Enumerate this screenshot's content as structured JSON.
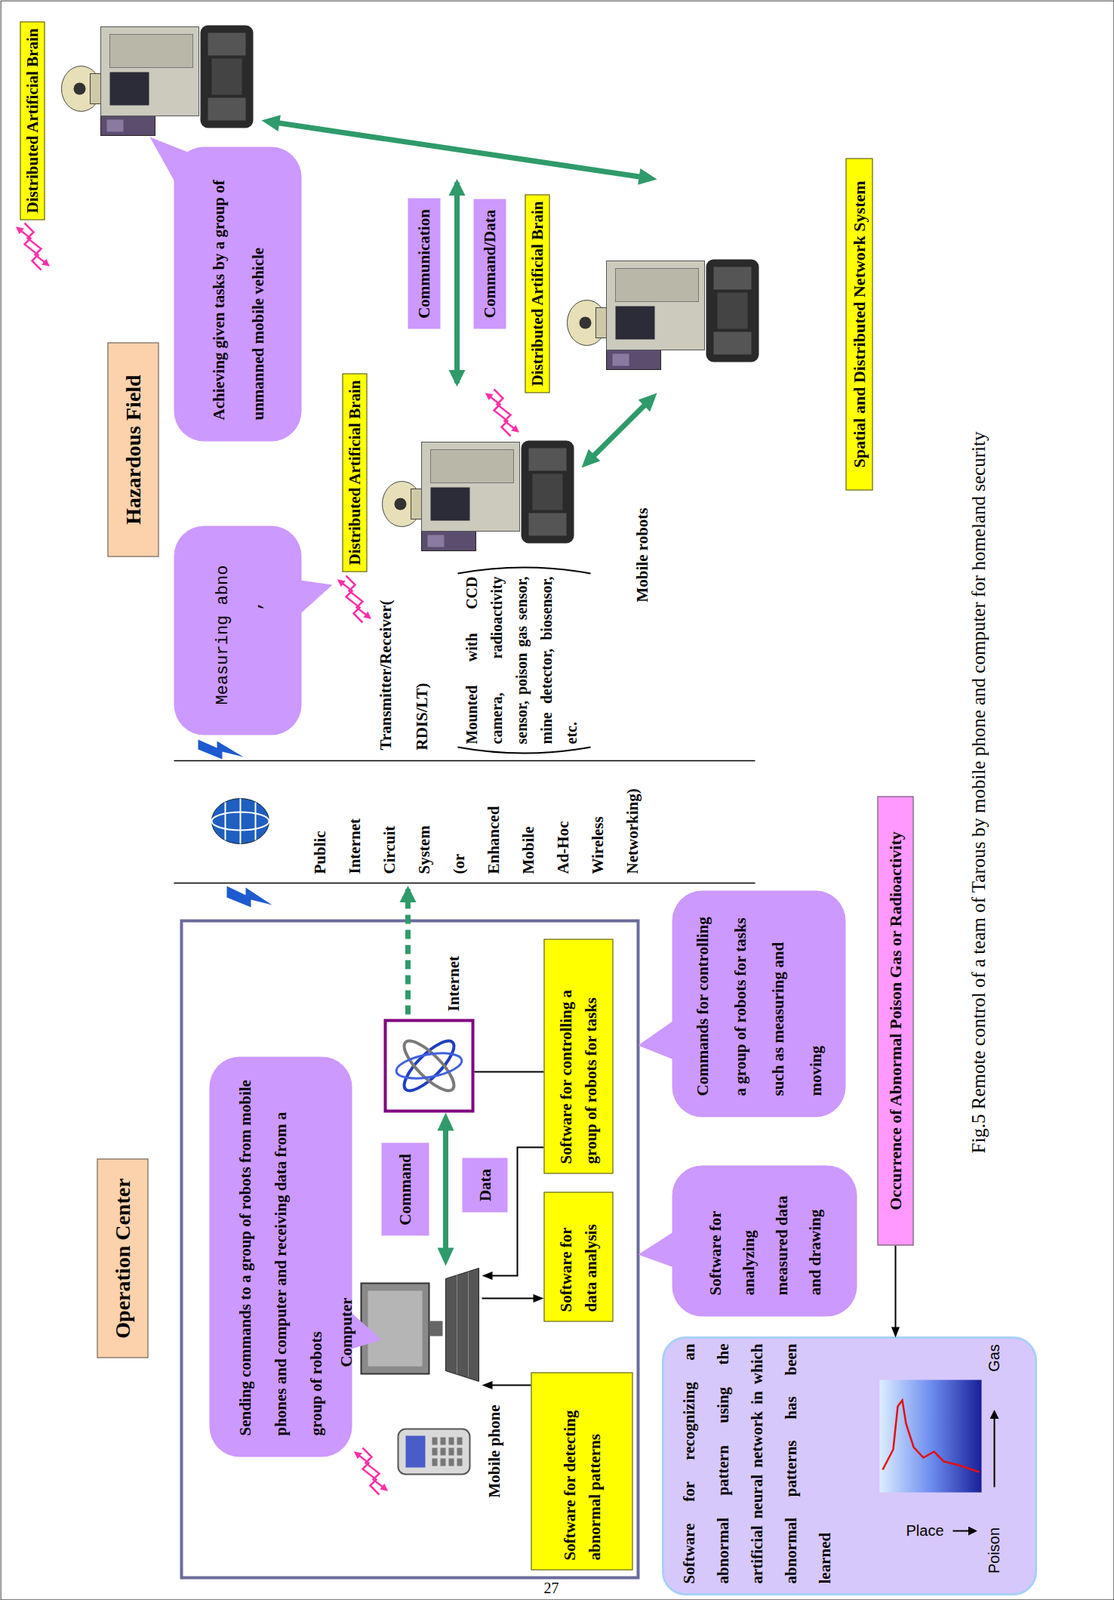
{
  "diagram": {
    "caption": "Fig.5 Remote control of a team of Tarous by mobile phone and computer for homeland security",
    "nodes": [
      {
        "text": [
          "Operation Center"
        ]
      },
      {
        "text": [
          "Sending commands to a group of robots from mobile phones and computer and receiving data from a group of robots"
        ]
      },
      {
        "text": [
          "Mobile phone"
        ]
      },
      {
        "text": [
          "Computer"
        ]
      },
      {
        "text": [
          "Command"
        ]
      },
      {
        "text": [
          "Data"
        ]
      },
      {
        "text": [
          "Internet"
        ]
      },
      {
        "text": [
          "Software for detecting abnormal patterns"
        ]
      },
      {
        "text": [
          "Software for data analysis"
        ]
      },
      {
        "text": [
          "Software for controlling a group of robots for tasks"
        ]
      },
      {
        "text": [
          "Commands for controlling a group of robots for tasks such as measuring and moving"
        ]
      },
      {
        "text": [
          "Software for analyzing measured data and drawing"
        ]
      },
      {
        "text": [
          "Software for recognizing an abnormal pattern using the artificial neural network in which abnormal patterns has been learned",
          "Place",
          "Poison",
          "Gas"
        ]
      },
      {
        "text": [
          "Occurrence of Abnormal Poison Gas or Radioactivity"
        ]
      },
      {
        "text": [
          "Hazardous Field"
        ]
      },
      {
        "text": [
          "Measuring abno",
          ","
        ]
      },
      {
        "text": [
          "Achieving given tasks by a group of unmanned mobile vehicle"
        ]
      },
      {
        "text": [
          "Distributed Artificial Brain"
        ]
      },
      {
        "text": [
          "Communication"
        ]
      },
      {
        "text": [
          "Command/Data"
        ]
      },
      {
        "text": [
          "Distributed Artificial Brain"
        ]
      },
      {
        "text": [
          "Distributed Artificial Brain"
        ]
      },
      {
        "text": [
          "Spatial and Distributed Network System"
        ]
      }
    ],
    "edges": [
      {
        "from": 3,
        "to": 6,
        "arrow": "both"
      },
      {
        "from": 6,
        "to": 9,
        "arrow": "none"
      },
      {
        "from": 7,
        "to": 3,
        "arrow": "to"
      },
      {
        "from": 3,
        "to": 8,
        "arrow": "to"
      },
      {
        "from": 9,
        "to": 3,
        "arrow": "to"
      },
      {
        "from": 13,
        "to": 12,
        "arrow": "to"
      },
      {
        "from": 17,
        "to": 20,
        "arrow": "both"
      },
      {
        "from": 21,
        "to": 20,
        "arrow": "both"
      }
    ],
    "labels": [
      "Public Internet Circuit System (or Enhanced Mobile Ad-Hoc Wireless Networking)",
      "Transmitter/Receiver(",
      "RDIS/LT)",
      "Mounted with CCD camera, radioactivity sensor, poison gas sensor, mine detector, biosensor, etc.",
      "Mobile robots",
      "27"
    ]
  }
}
